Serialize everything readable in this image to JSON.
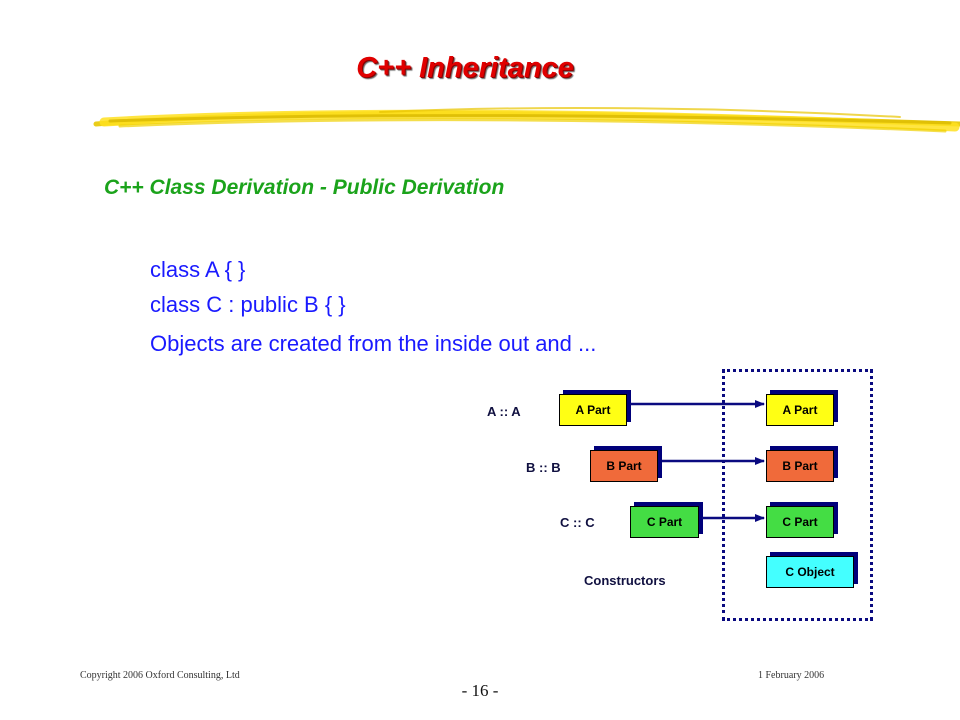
{
  "slide": {
    "title": "C++ Inheritance",
    "subtitle": "C++ Class Derivation - Public Derivation",
    "lines": [
      "class A { }",
      "class C : public B { }",
      "Objects are created from the inside out and ..."
    ]
  },
  "diagram": {
    "constructors": [
      "A :: A",
      "B :: B",
      "C :: C"
    ],
    "parts": [
      "A Part",
      "B Part",
      "C Part"
    ],
    "object_parts": [
      "A Part",
      "B Part",
      "C Part"
    ],
    "object_label": "C Object",
    "caption": "Constructors"
  },
  "footer": {
    "copyright": "Copyright 2006 Oxford Consulting, Ltd",
    "date": "1 February 2006",
    "page": "- 16 -"
  },
  "colors": {
    "title": "#e00000",
    "subtitle": "#1ba31b",
    "body": "#1a1aff",
    "a_part": "#ffff14",
    "b_part": "#f06a3a",
    "c_part": "#44dd44",
    "object": "#44ffff",
    "frame": "#0a0a80"
  }
}
